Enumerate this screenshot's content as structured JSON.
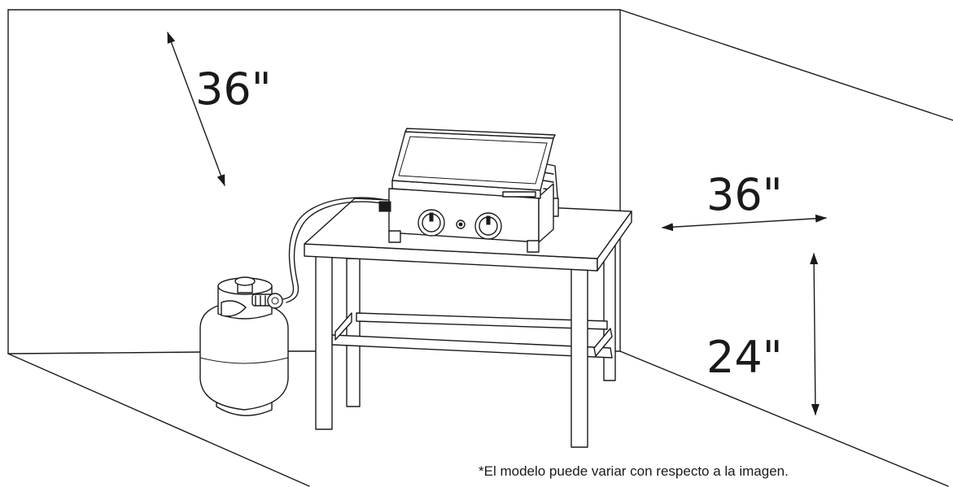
{
  "dimensions": {
    "rear_wall": "36\"",
    "side_wall": "36\"",
    "height": "24\""
  },
  "footnote": "*El modelo puede variar con respecto a la imagen.",
  "colors": {
    "line": "#1a1a1a",
    "background": "#ffffff"
  }
}
